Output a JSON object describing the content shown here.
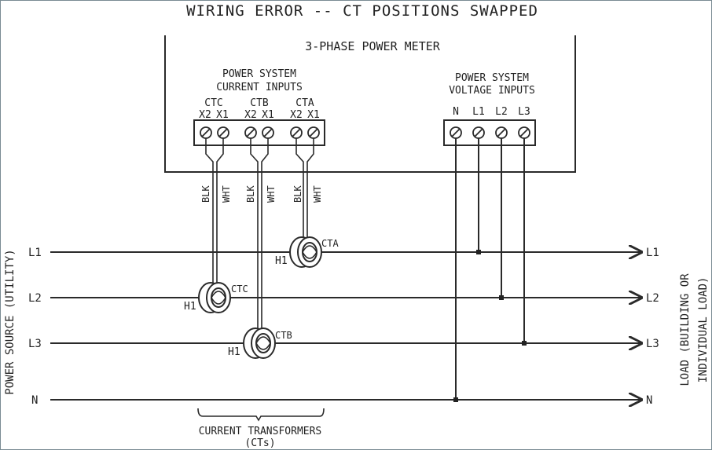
{
  "title": "WIRING ERROR -- CT POSITIONS SWAPPED",
  "meter": {
    "label": "3-PHASE POWER METER",
    "current_inputs": {
      "heading_line1": "POWER SYSTEM",
      "heading_line2": "CURRENT INPUTS",
      "groups": [
        {
          "name": "CTC",
          "terminals": [
            "X2",
            "X1"
          ],
          "wires": [
            "BLK",
            "WHT"
          ]
        },
        {
          "name": "CTB",
          "terminals": [
            "X2",
            "X1"
          ],
          "wires": [
            "BLK",
            "WHT"
          ]
        },
        {
          "name": "CTA",
          "terminals": [
            "X2",
            "X1"
          ],
          "wires": [
            "BLK",
            "WHT"
          ]
        }
      ]
    },
    "voltage_inputs": {
      "heading_line1": "POWER SYSTEM",
      "heading_line2": "VOLTAGE INPUTS",
      "terminals": [
        "N",
        "L1",
        "L2",
        "L3"
      ]
    }
  },
  "lines": {
    "source_labels": [
      "L1",
      "L2",
      "L3",
      "N"
    ],
    "load_labels": [
      "L1",
      "L2",
      "L3",
      "N"
    ]
  },
  "cts": [
    {
      "name": "CTA",
      "on_line": "L1",
      "polarity_mark": "H1"
    },
    {
      "name": "CTC",
      "on_line": "L2",
      "polarity_mark": "H1"
    },
    {
      "name": "CTB",
      "on_line": "L3",
      "polarity_mark": "H1"
    }
  ],
  "side_labels": {
    "source": "POWER SOURCE (UTILITY)",
    "load_line1": "LOAD (BUILDING OR",
    "load_line2": "INDIVIDUAL LOAD)"
  },
  "ct_caption": {
    "line1": "CURRENT TRANSFORMERS",
    "line2": "(CTs)"
  }
}
